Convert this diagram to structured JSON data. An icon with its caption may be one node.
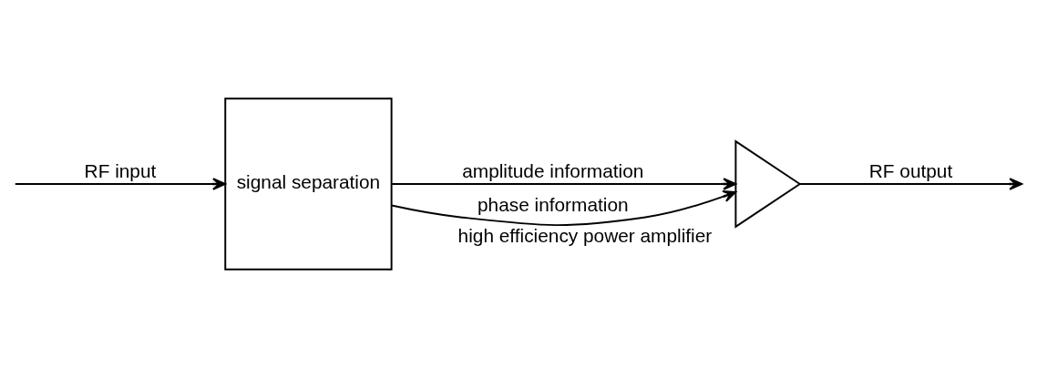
{
  "diagram": {
    "nodes": [
      {
        "text": [
          "signal separation"
        ]
      },
      {
        "text": [],
        "shape": "triangle",
        "beside": [
          "high efficiency power amplifier"
        ]
      }
    ],
    "edges": [
      {
        "from": null,
        "to": 0,
        "arrow": "to",
        "label": "RF input"
      },
      {
        "from": 0,
        "to": 1,
        "arrow": "to",
        "label": "amplitude information"
      },
      {
        "from": 0,
        "to": 1,
        "arrow": "to",
        "label": "phase information"
      },
      {
        "from": 1,
        "to": null,
        "arrow": "to",
        "label": "RF output"
      }
    ]
  }
}
